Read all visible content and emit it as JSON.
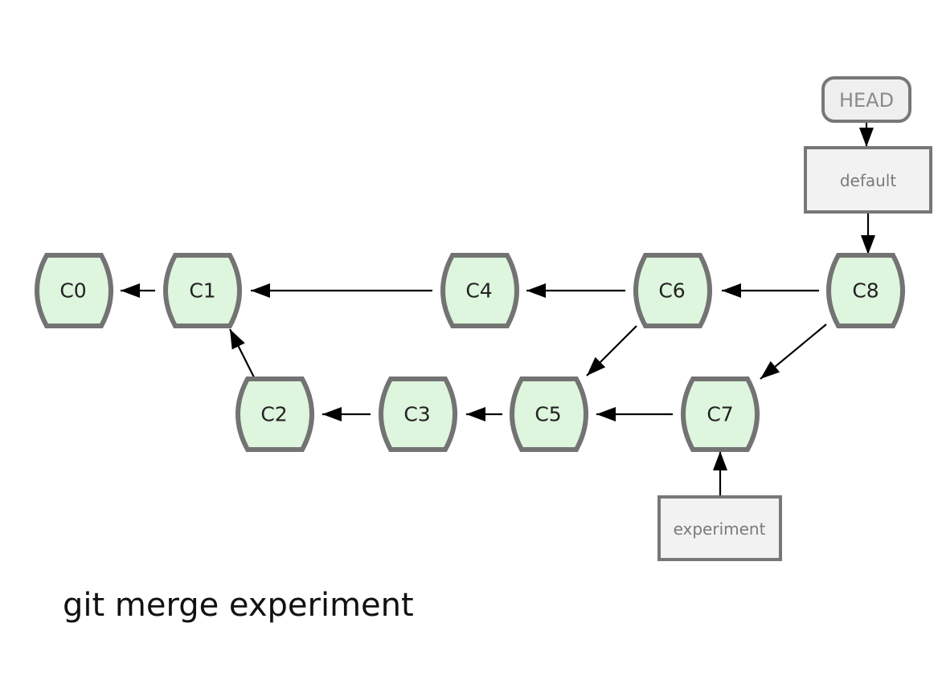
{
  "commits": [
    {
      "id": "c0",
      "label": "C0"
    },
    {
      "id": "c1",
      "label": "C1"
    },
    {
      "id": "c2",
      "label": "C2"
    },
    {
      "id": "c3",
      "label": "C3"
    },
    {
      "id": "c4",
      "label": "C4"
    },
    {
      "id": "c5",
      "label": "C5"
    },
    {
      "id": "c6",
      "label": "C6"
    },
    {
      "id": "c7",
      "label": "C7"
    },
    {
      "id": "c8",
      "label": "C8"
    }
  ],
  "parent_links": [
    {
      "from": "c1",
      "to": "c0"
    },
    {
      "from": "c4",
      "to": "c1"
    },
    {
      "from": "c6",
      "to": "c4"
    },
    {
      "from": "c8",
      "to": "c6"
    },
    {
      "from": "c2",
      "to": "c1"
    },
    {
      "from": "c3",
      "to": "c2"
    },
    {
      "from": "c5",
      "to": "c3"
    },
    {
      "from": "c7",
      "to": "c5"
    },
    {
      "from": "c6",
      "to": "c5"
    },
    {
      "from": "c8",
      "to": "c7"
    }
  ],
  "head": {
    "label": "HEAD",
    "points_to": "default"
  },
  "branches": [
    {
      "id": "default",
      "label": "default",
      "points_to": "c8"
    },
    {
      "id": "experiment",
      "label": "experiment",
      "points_to": "c7"
    }
  ],
  "caption": "git merge experiment",
  "colors": {
    "commit_fill": "#def5de",
    "commit_border": "#737373",
    "ref_fill": "#f2f2f2",
    "ref_border": "#777777",
    "ref_text": "#7a7a7a",
    "arrow": "#000000"
  }
}
